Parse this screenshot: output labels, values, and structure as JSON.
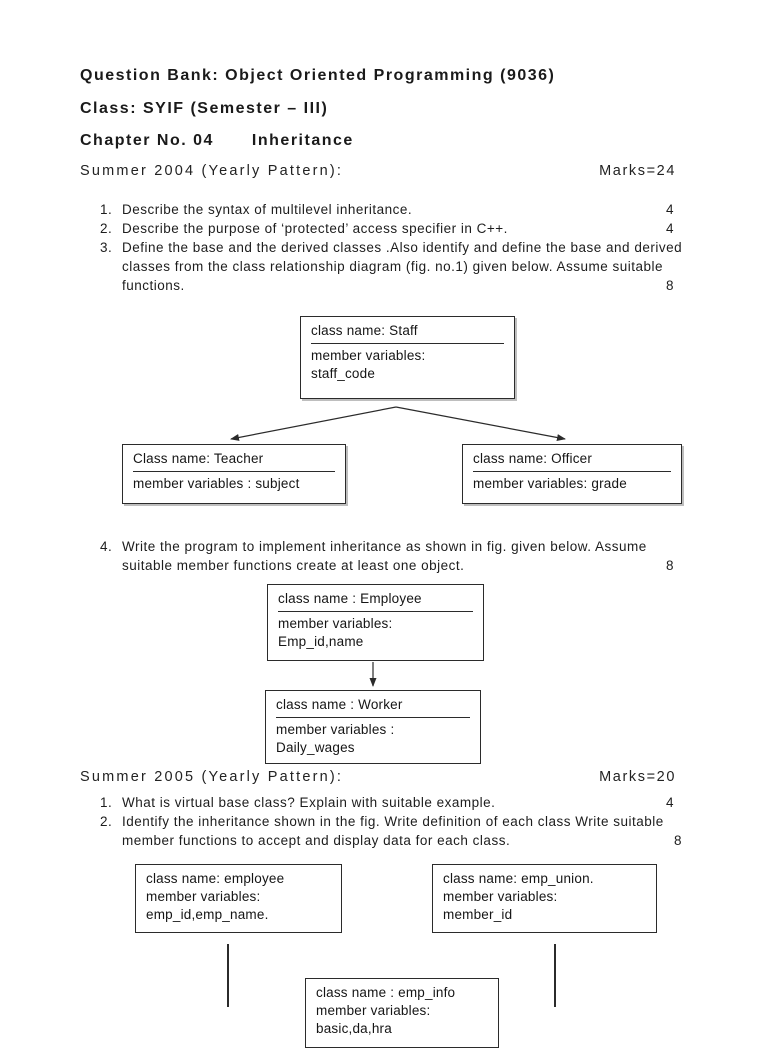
{
  "page": {
    "title": "Question Bank: Object Oriented Programming (9036)",
    "class_line": "Class: SYIF (Semester – III)",
    "chapter_label": "Chapter No. 04",
    "chapter_title": "Inheritance"
  },
  "sections": [
    {
      "heading": "Summer 2004 (Yearly Pattern):",
      "marks_total": "Marks=24",
      "questions": [
        {
          "number": "1.",
          "text": "Describe the syntax of multilevel inheritance.",
          "marks": "4"
        },
        {
          "number": "2.",
          "text": "Describe the purpose of ‘protected’ access specifier in C++.",
          "marks": "4"
        },
        {
          "number": "3.",
          "text": "Define the base and the derived classes .Also identify and define the base and derived classes from the class relationship diagram (fig. no.1) given below. Assume suitable functions.",
          "marks": "8"
        },
        {
          "number": "4.",
          "text": "Write the program to implement inheritance as shown in fig. given below. Assume suitable member functions create at least one object.",
          "marks": "8"
        }
      ]
    },
    {
      "heading": "Summer 2005 (Yearly Pattern):",
      "marks_total": "Marks=20",
      "questions": [
        {
          "number": "1.",
          "text": "What is virtual base class? Explain with suitable example.",
          "marks": "4"
        },
        {
          "number": "2.",
          "text": "Identify the inheritance shown in the fig. Write definition of each class Write suitable member functions to accept and display data for each class.",
          "marks": "8"
        }
      ]
    }
  ],
  "diagrams": {
    "fig1": {
      "staff": {
        "title": "class name: Staff",
        "line2": "member variables:",
        "line3": "staff_code"
      },
      "teacher": {
        "title": "Class name: Teacher",
        "line2": "member variables : subject"
      },
      "officer": {
        "title": "class name: Officer",
        "line2": "member variables: grade"
      }
    },
    "fig2": {
      "employee": {
        "title": "class name : Employee",
        "line2": "member variables:",
        "line3": "Emp_id,name"
      },
      "worker": {
        "title": "class name : Worker",
        "line2": "member variables :",
        "line3": "Daily_wages"
      }
    },
    "fig3": {
      "employee": {
        "line1": "class name: employee",
        "line2": "member variables:",
        "line3": "emp_id,emp_name."
      },
      "emp_union": {
        "line1": "class name: emp_union.",
        "line2": "member variables:",
        "line3": "member_id"
      },
      "emp_info": {
        "line1": "class name : emp_info",
        "line2": "member variables:",
        "line3": "basic,da,hra"
      }
    }
  }
}
